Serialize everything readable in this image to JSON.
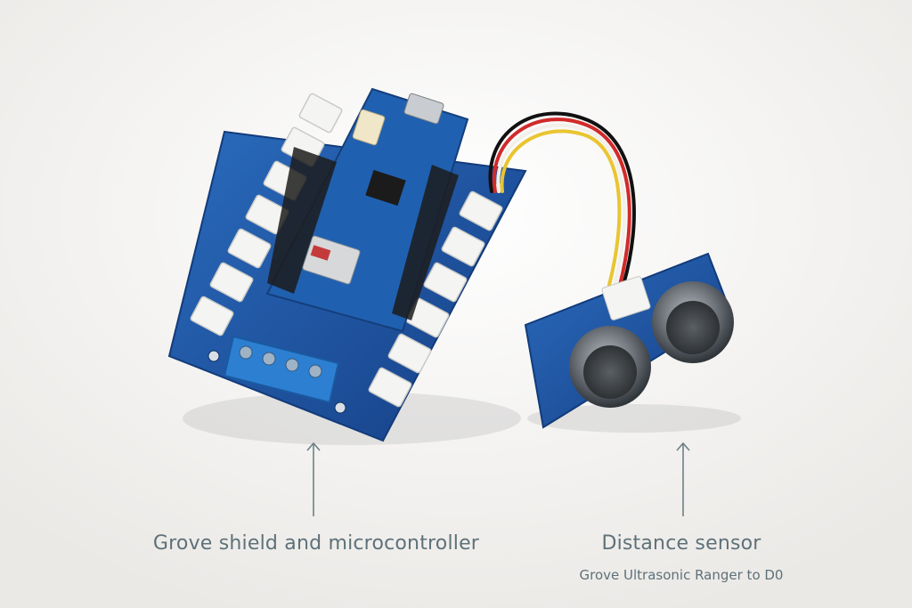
{
  "captions": {
    "left": "Grove shield and microcontroller",
    "right_title": "Distance sensor",
    "right_subtitle": "Grove Ultrasonic Ranger to D0"
  },
  "colors": {
    "background": "#f5f4f2",
    "board_blue": "#1d5aa6",
    "caption_text": "#5e7179",
    "arrow": "#6e8087"
  },
  "objects": [
    "grove-shield-board",
    "microcontroller-board",
    "ultrasonic-sensor",
    "grove-cable"
  ]
}
